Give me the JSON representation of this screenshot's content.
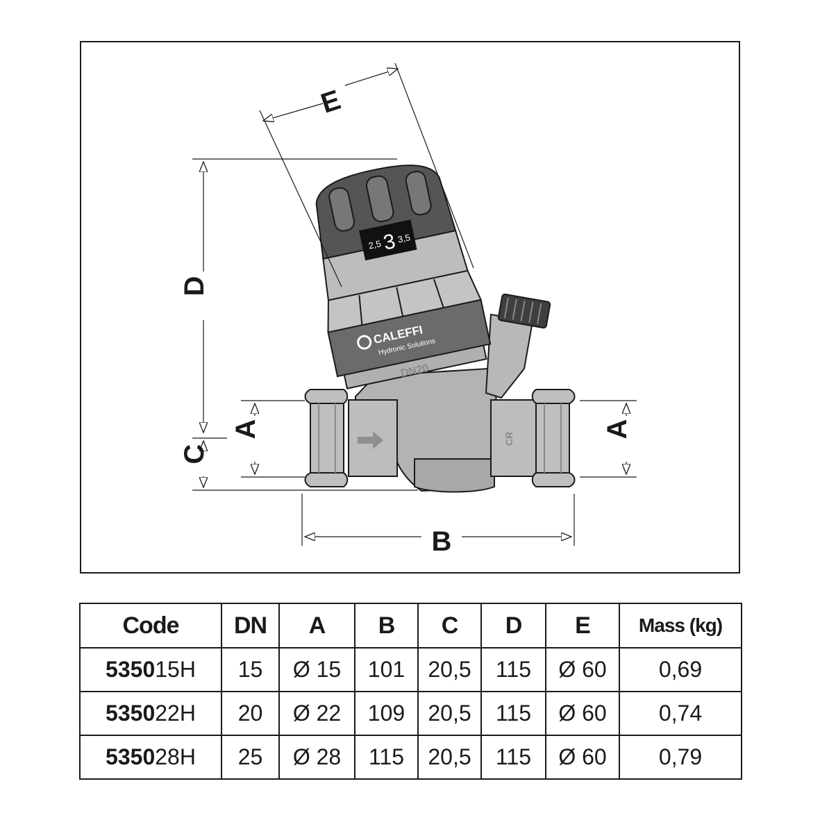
{
  "drawing": {
    "dimension_labels": {
      "A": "A",
      "B": "B",
      "C": "C",
      "D": "D",
      "E": "E"
    },
    "brand": "CALEFFI",
    "brand_tagline": "Hydronic Solutions",
    "body_marking": "DN20",
    "knob_scale": {
      "low": "2,5",
      "set": "3",
      "high": "3,5"
    },
    "body_logo": "CR",
    "colors": {
      "outline": "#1a1a1a",
      "body": "#b3b3b3",
      "band": "#6b6b6b",
      "knob": "#555555",
      "light": "#d0d0d0"
    }
  },
  "table": {
    "headers": [
      "Code",
      "DN",
      "A",
      "B",
      "C",
      "D",
      "E",
      "Mass (kg)"
    ],
    "rows": [
      {
        "code_prefix": "5350",
        "code_suffix": "15H",
        "dn": "15",
        "a": "Ø 15",
        "b": "101",
        "c": "20,5",
        "d": "115",
        "e": "Ø 60",
        "mass": "0,69"
      },
      {
        "code_prefix": "5350",
        "code_suffix": "22H",
        "dn": "20",
        "a": "Ø 22",
        "b": "109",
        "c": "20,5",
        "d": "115",
        "e": "Ø 60",
        "mass": "0,74"
      },
      {
        "code_prefix": "5350",
        "code_suffix": "28H",
        "dn": "25",
        "a": "Ø 28",
        "b": "115",
        "c": "20,5",
        "d": "115",
        "e": "Ø 60",
        "mass": "0,79"
      }
    ]
  }
}
